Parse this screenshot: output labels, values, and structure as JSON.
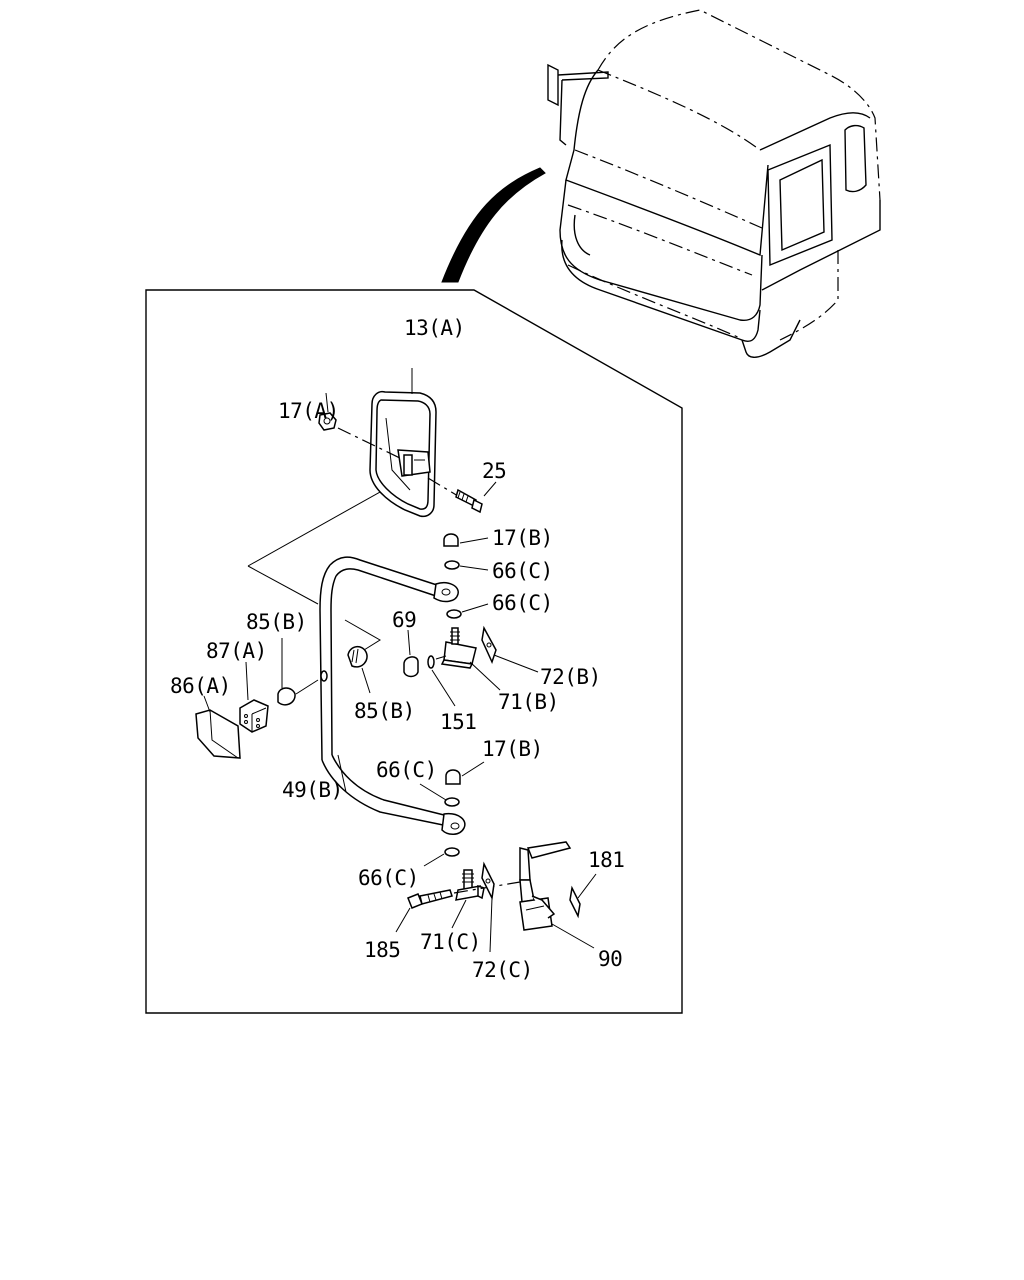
{
  "callouts": {
    "c13a": "13(A)",
    "c17a": "17(A)",
    "c25": "25",
    "c17b_top": "17(B)",
    "c66c_1": "66(C)",
    "c66c_2": "66(C)",
    "c69": "69",
    "c85b_left": "85(B)",
    "c87a": "87(A)",
    "c86a": "86(A)",
    "c72b": "72(B)",
    "c71b": "71(B)",
    "c85b_right": "85(B)",
    "c151": "151",
    "c17b_mid": "17(B)",
    "c66c_3": "66(C)",
    "c49b": "49(B)",
    "c181": "181",
    "c66c_4": "66(C)",
    "c185": "185",
    "c71c": "71(C)",
    "c72c": "72(C)",
    "c90": "90"
  }
}
